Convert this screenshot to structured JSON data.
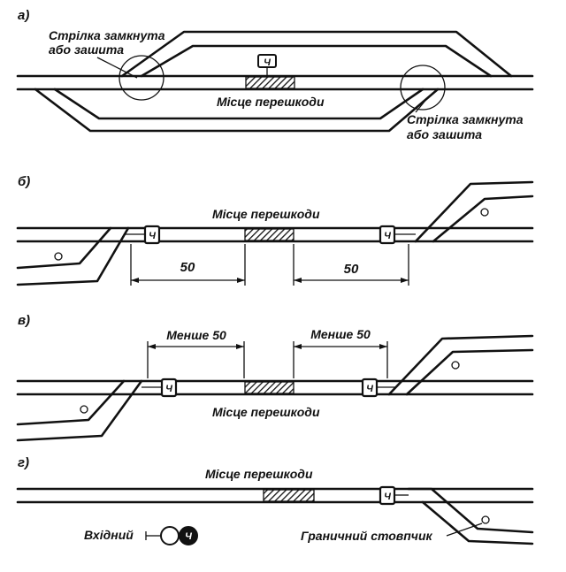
{
  "sections": {
    "a": {
      "letter": "а)",
      "switch_note_left_line1": "Стрілка замкнута",
      "switch_note_left_line2": "або зашита",
      "obstacle_label": "Місце перешкоди",
      "signal_letter": "Ч",
      "switch_note_right_line1": "Стрілка замкнута",
      "switch_note_right_line2": "або зашита"
    },
    "b": {
      "letter": "б)",
      "obstacle_label": "Місце перешкоди",
      "dimension_left": "50",
      "dimension_right": "50",
      "signal_letter_left": "Ч",
      "signal_letter_right": "Ч"
    },
    "v": {
      "letter": "в)",
      "dimension_left": "Менше 50",
      "dimension_right": "Менше 50",
      "obstacle_label": "Місце перешкоди",
      "signal_letter_left": "Ч",
      "signal_letter_right": "Ч"
    },
    "g": {
      "letter": "г)",
      "obstacle_label": "Місце перешкоди",
      "signal_letter": "Ч",
      "legend_entry_label": "Вхідний",
      "legend_signal_letter": "Ч",
      "clearance_post_label": "Граничний стовпчик"
    }
  },
  "colors": {
    "ink": "#111111",
    "background": "#ffffff"
  }
}
